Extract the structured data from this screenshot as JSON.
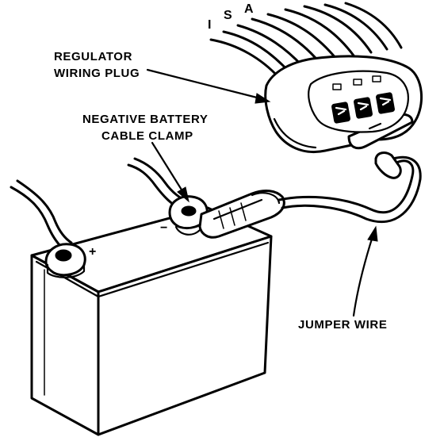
{
  "labels": {
    "regulator_plug_line1": "REGULATOR",
    "regulator_plug_line2": "WIRING PLUG",
    "negative_clamp_line1": "NEGATIVE BATTERY",
    "negative_clamp_line2": "CABLE CLAMP",
    "jumper_wire": "JUMPER WIRE"
  },
  "terminals": {
    "i": "I",
    "s": "S",
    "a": "A"
  },
  "battery": {
    "positive_mark": "+",
    "negative_mark": "−"
  }
}
